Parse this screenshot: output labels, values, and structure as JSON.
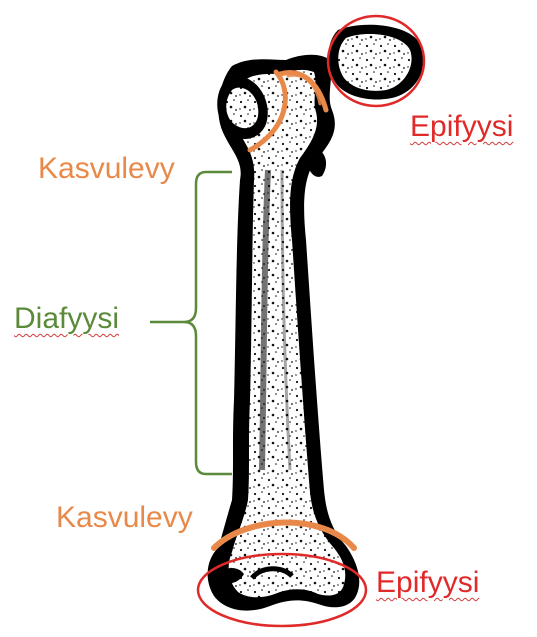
{
  "labels": {
    "epiphysis_top": "Epifyysi",
    "growth_plate_top": "Kasvulevy",
    "diaphysis": "Diafyysi",
    "growth_plate_bottom": "Kasvulevy",
    "epiphysis_bottom": "Epifyysi"
  },
  "colors": {
    "epiphysis": "#e02a2a",
    "growth_plate": "#e8894a",
    "diaphysis": "#5a8a3a",
    "bone_outline": "#000000",
    "bone_fill": "#ffffff"
  }
}
